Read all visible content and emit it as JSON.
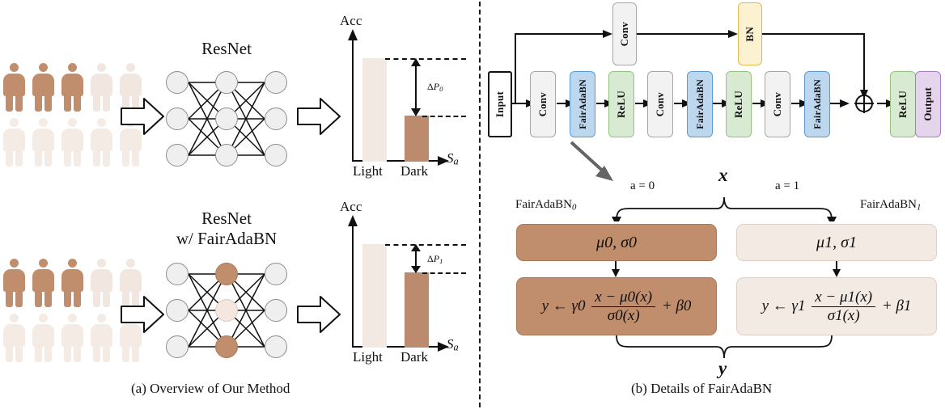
{
  "figure": {
    "caption_a": "(a) Overview of Our Method",
    "caption_b": "(b) Details of FairAdaBN"
  },
  "panel_a": {
    "top": {
      "model_label": "ResNet",
      "chart": {
        "y_axis_label": "Acc",
        "x_axis_label": "Sa",
        "categories": [
          "Light",
          "Dark"
        ],
        "gap_label": "ΔP0"
      }
    },
    "bottom": {
      "model_label_line1": "ResNet",
      "model_label_line2": "w/ FairAdaBN",
      "chart": {
        "y_axis_label": "Acc",
        "x_axis_label": "Sa",
        "categories": [
          "Light",
          "Dark"
        ],
        "gap_label": "ΔP1"
      }
    },
    "people": {
      "row_top": [
        "dark",
        "dark",
        "dark",
        "light",
        "light"
      ],
      "row_bottom": [
        "light",
        "light",
        "light",
        "light",
        "light"
      ]
    }
  },
  "panel_b": {
    "pipeline": {
      "blocks": [
        {
          "label": "Input",
          "type": "input"
        },
        {
          "label": "Conv",
          "type": "conv"
        },
        {
          "label": "FairAdaBN",
          "type": "fairadabn"
        },
        {
          "label": "ReLU",
          "type": "relu"
        },
        {
          "label": "Conv",
          "type": "conv"
        },
        {
          "label": "FairAdaBN",
          "type": "fairadabn"
        },
        {
          "label": "ReLU",
          "type": "relu"
        },
        {
          "label": "Conv",
          "type": "conv"
        },
        {
          "label": "FairAdaBN",
          "type": "fairadabn"
        },
        {
          "label": "ReLU",
          "type": "relu"
        },
        {
          "label": "Output",
          "type": "output"
        }
      ],
      "shortcut_blocks": [
        {
          "label": "Conv",
          "type": "conv"
        },
        {
          "label": "BN",
          "type": "bn"
        }
      ],
      "sum_node": "⊕"
    },
    "detail": {
      "input_symbol": "x",
      "output_symbol": "y",
      "branch_left": {
        "condition": "a = 0",
        "title": "FairAdaBN0",
        "stats": "μ0, σ0",
        "equation": {
          "lhs": "y ←",
          "gamma": "γ0",
          "numerator": "x − μ0(x)",
          "denominator": "σ0(x)",
          "beta": "+ β0"
        }
      },
      "branch_right": {
        "condition": "a = 1",
        "title": "FairAdaBN1",
        "stats": "μ1, σ1",
        "equation": {
          "lhs": "y ←",
          "gamma": "γ1",
          "numerator": "x − μ1(x)",
          "denominator": "σ1(x)",
          "beta": "+ β1"
        }
      }
    }
  },
  "chart_data": [
    {
      "type": "bar",
      "title": "ResNet accuracy by skin tone",
      "categories": [
        "Light",
        "Dark"
      ],
      "values": [
        100,
        55
      ],
      "ylabel": "Acc",
      "xlabel": "Sa",
      "annotation": "ΔP0",
      "annotation_span": [
        55,
        100
      ],
      "colors": [
        "#f3e9e3",
        "#bc8b6e"
      ],
      "grid": false,
      "legend": "none"
    },
    {
      "type": "bar",
      "title": "ResNet w/ FairAdaBN accuracy by skin tone",
      "categories": [
        "Light",
        "Dark"
      ],
      "values": [
        100,
        82
      ],
      "ylabel": "Acc",
      "xlabel": "Sa",
      "annotation": "ΔP1",
      "annotation_span": [
        82,
        100
      ],
      "colors": [
        "#f3e9e3",
        "#bc8b6e"
      ],
      "grid": false,
      "legend": "none"
    }
  ],
  "colors": {
    "skin_dark": "#c08e6c",
    "skin_light": "#f2e7e0",
    "bar_light": "#f3e9e3",
    "bar_dark": "#bc8b6e",
    "conv_fill": "#f2f2f2",
    "conv_border": "#a6a6a6",
    "fairadabn_fill": "#bdd7ee",
    "fairadabn_border": "#5b9bd5",
    "relu_fill": "#d9ead3",
    "relu_border": "#93c47d",
    "bn_fill": "#fdf2cf",
    "bn_border": "#e0b84c",
    "output_fill": "#e4d4ec",
    "output_border": "#a97fc4",
    "input_fill": "#ffffff",
    "input_border": "#111111",
    "detail_dark": "#c08e6c",
    "detail_light": "#f3eae4"
  }
}
